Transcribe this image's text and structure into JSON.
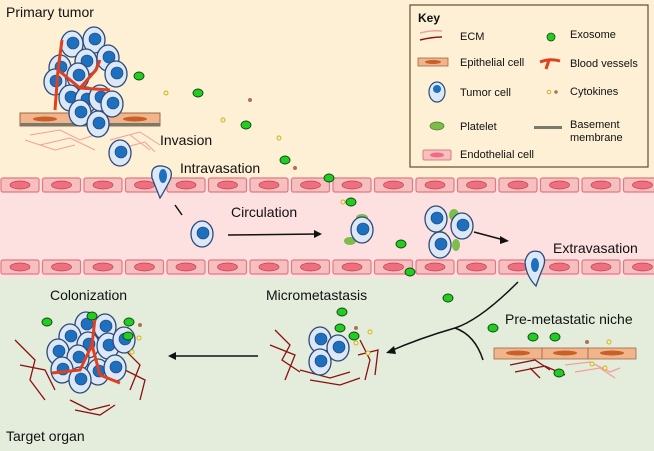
{
  "regions": {
    "primary": {
      "label": "Primary tumor",
      "color": "#fdf0d5"
    },
    "vessel": {
      "color": "#fde0e0"
    },
    "target": {
      "label": "Target organ",
      "color": "#e4ecdb"
    }
  },
  "steps": {
    "invasion": "Invasion",
    "intravasation": "Intravasation",
    "circulation": "Circulation",
    "extravasation": "Extravasation",
    "pre_metastatic_niche": "Pre-metastatic niche",
    "micrometastasis": "Micrometastasis",
    "colonization": "Colonization"
  },
  "key": {
    "title": "Key",
    "items": [
      {
        "icon": "ecm",
        "label": "ECM"
      },
      {
        "icon": "exosome",
        "label": "Exosome"
      },
      {
        "icon": "epithelial-cell",
        "label": "Epithelial cell"
      },
      {
        "icon": "blood-vessels",
        "label": "Blood vessels"
      },
      {
        "icon": "tumor-cell",
        "label": "Tumor cell"
      },
      {
        "icon": "cytokines",
        "label": "Cytokines"
      },
      {
        "icon": "platelet",
        "label": "Platelet"
      },
      {
        "icon": "basement-membrane",
        "label": "Basement membrane"
      },
      {
        "icon": "endothelial-cell",
        "label": "Endothelial cell"
      }
    ],
    "basement_line2": "membrane",
    "basement_line1": "Basement"
  },
  "colors": {
    "tumor_fill": "#dce8f5",
    "tumor_stroke": "#2c4a7a",
    "nucleus": "#1f6fbf",
    "exosome": "#22cc22",
    "platelet": "#7dbd4a",
    "ecm_light": "#f08a8a",
    "ecm_dark": "#8b1010",
    "blood_vessel": "#e04020",
    "endo_fill": "#f7c0c0",
    "endo_nucleus": "#ee7080",
    "epi_fill": "#f2b48a",
    "epi_nucleus": "#c8602a",
    "cytokine_yellow": "#e8d040",
    "cytokine_brown": "#b07050"
  }
}
